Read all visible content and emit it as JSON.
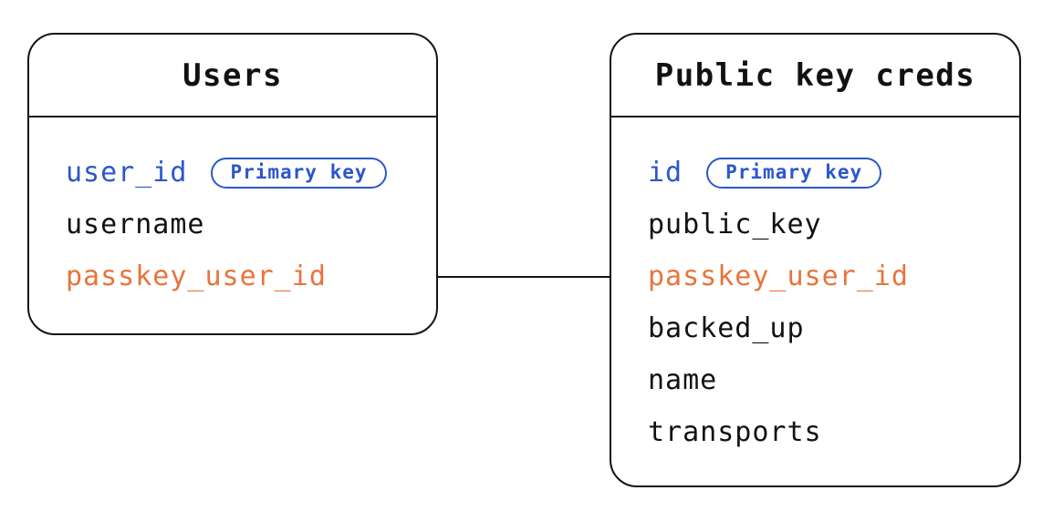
{
  "diagram": {
    "background": "#ffffff",
    "stroke_color": "#141414",
    "accent_blue": "#2b57cb",
    "accent_orange": "#e8743c",
    "relationship": {
      "type": "line",
      "connects": [
        "Users.passkey_user_id",
        "Public key creds.passkey_user_id"
      ]
    }
  },
  "tables": [
    {
      "title": "Users",
      "fields": [
        {
          "name": "user_id",
          "badge": "Primary key"
        },
        {
          "name": "username"
        },
        {
          "name": "passkey_user_id"
        }
      ]
    },
    {
      "title": "Public key creds",
      "fields": [
        {
          "name": "id",
          "badge": "Primary key"
        },
        {
          "name": "public_key"
        },
        {
          "name": "passkey_user_id"
        },
        {
          "name": "backed_up"
        },
        {
          "name": "name"
        },
        {
          "name": "transports"
        }
      ]
    }
  ]
}
